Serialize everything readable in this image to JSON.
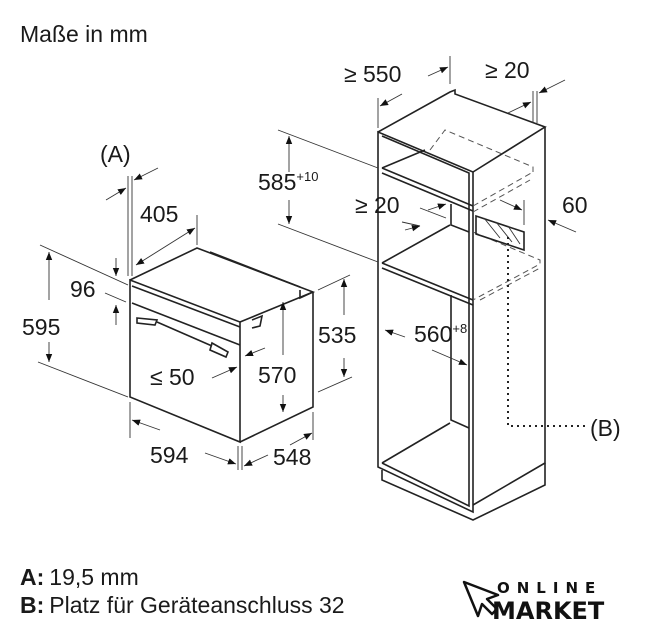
{
  "title": "Maße in mm",
  "oven": {
    "label_a": "(A)",
    "dim_depth_top": "405",
    "dim_panel": "96",
    "dim_height": "595",
    "dim_handle": "≤ 50",
    "dim_body_height": "570",
    "dim_side_height": "535",
    "dim_width": "594",
    "dim_depth": "548"
  },
  "cabinet": {
    "dim_depth": "≥ 550",
    "dim_top_gap": "≥ 20",
    "dim_niche": "585",
    "dim_niche_tol": "+10",
    "dim_vent_gap": "≥ 20",
    "dim_vent": "60",
    "dim_width": "560",
    "dim_width_tol": "+8",
    "label_b": "(B)"
  },
  "legend": {
    "a_key": "A:",
    "a_text": "19,5 mm",
    "b_key": "B:",
    "b_text": "Platz für Geräteanschluss 32"
  },
  "watermark": {
    "line1": "ONLINE",
    "line2": "MARKET"
  }
}
